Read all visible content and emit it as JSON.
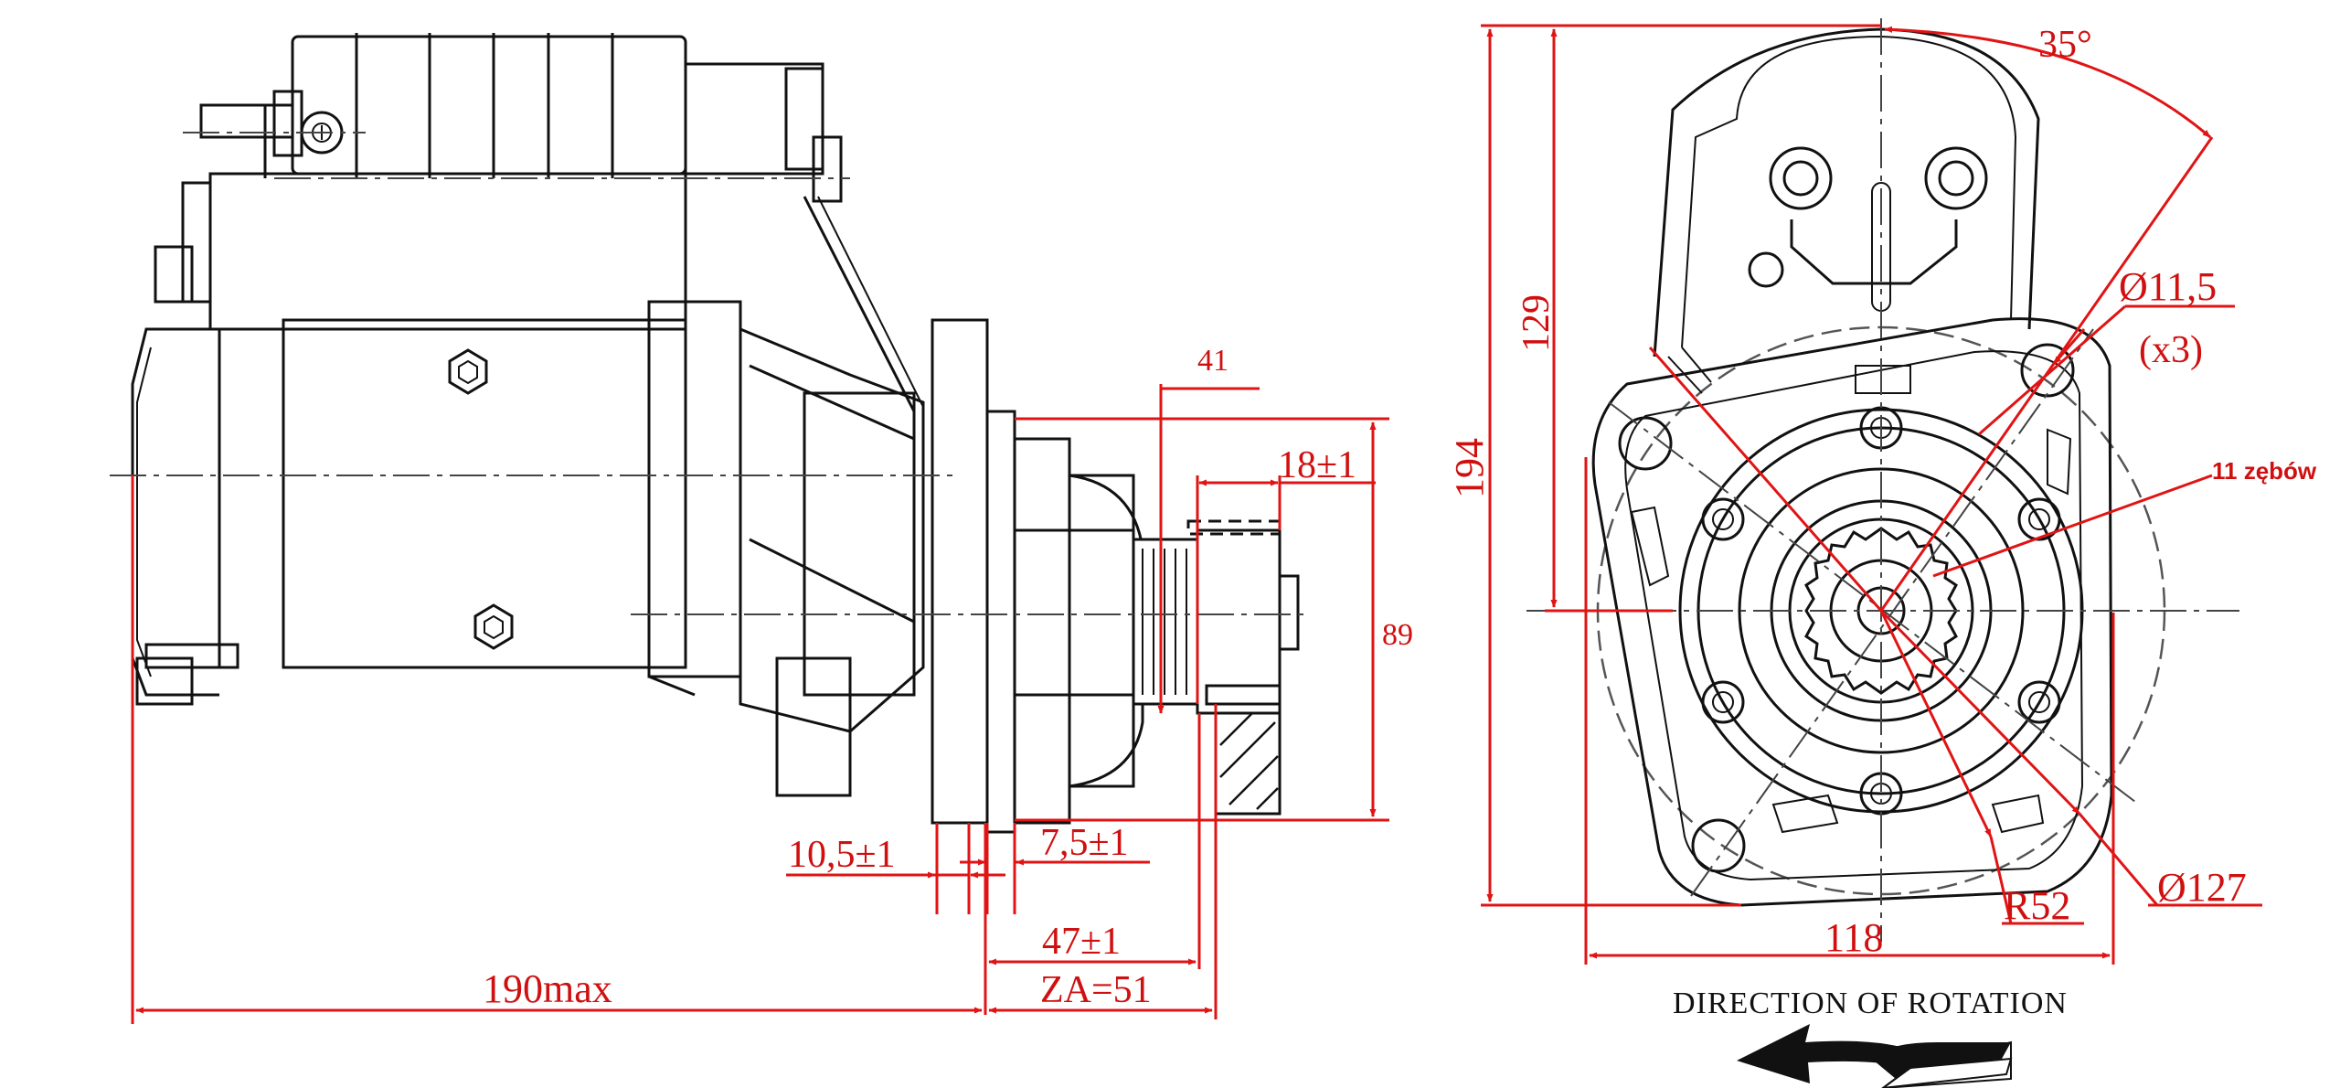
{
  "side_view": {
    "dims": {
      "dim_41": "41",
      "dim_18": "18±1",
      "dim_89": "89",
      "dim_10_5": "10,5±1",
      "dim_7_5": "7,5±1",
      "dim_47": "47±1",
      "dim_za": "ZA=51",
      "dim_190": "190max"
    }
  },
  "front_view": {
    "dims": {
      "angle": "35°",
      "dim_194": "194",
      "dim_129": "129",
      "hole_diameter": "Ø11,5",
      "hole_count": "(x3)",
      "teeth": "11 zębów",
      "radius": "R52",
      "pitch_diameter": "Ø127",
      "width": "118"
    },
    "caption": "DIRECTION  OF  ROTATION"
  },
  "colors": {
    "dimension": "#e01414",
    "outline": "#111111"
  }
}
